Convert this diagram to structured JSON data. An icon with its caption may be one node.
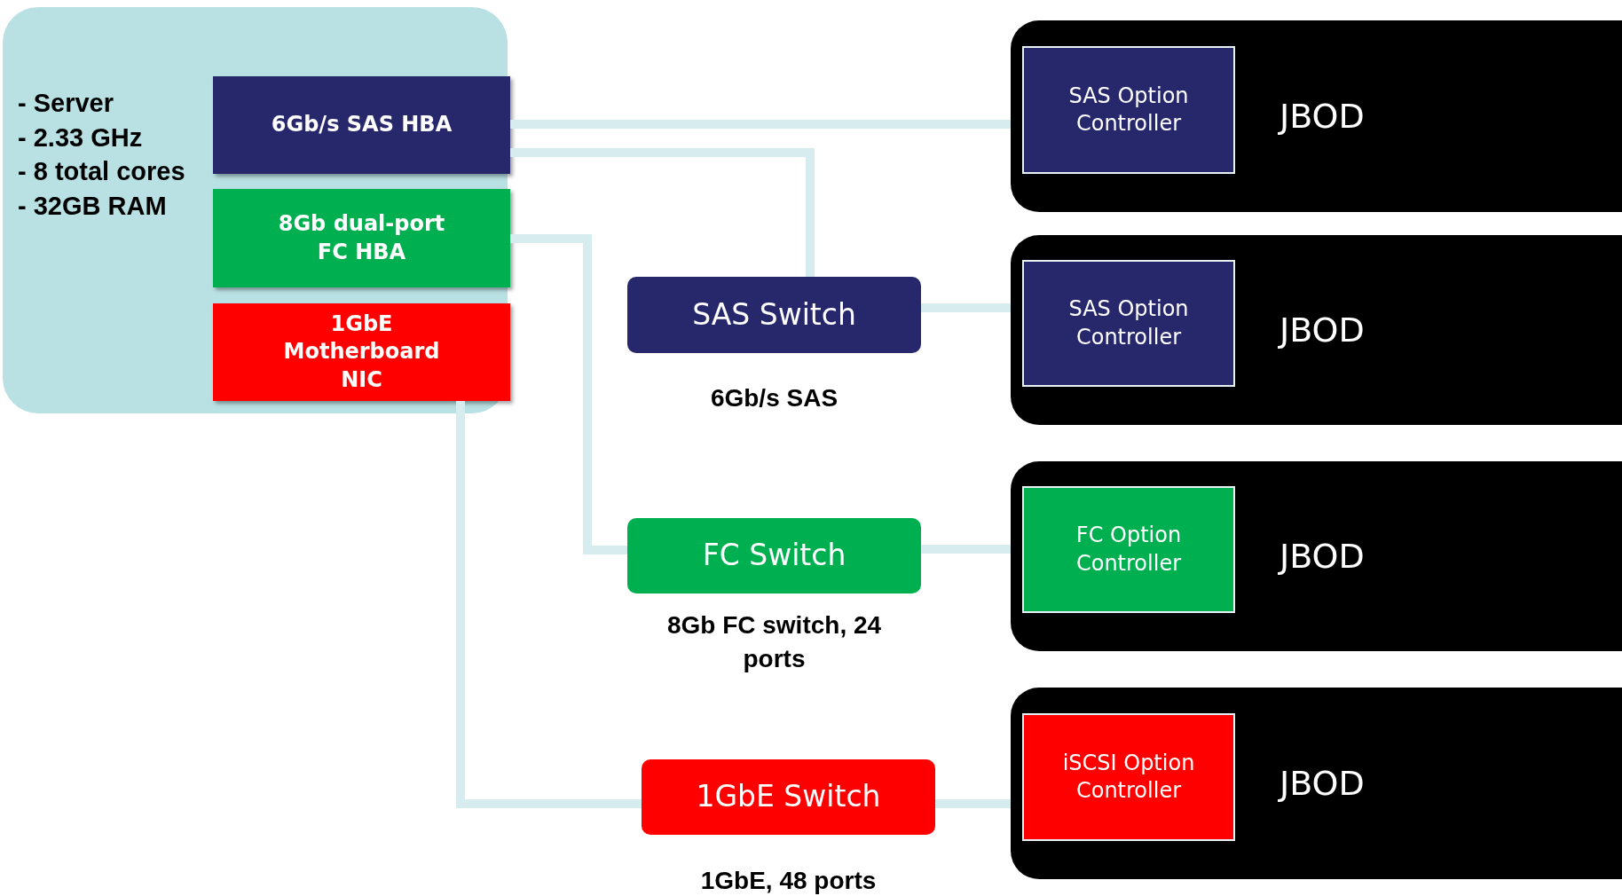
{
  "diagram": {
    "nodes": [
      {
        "text": [
          "- Server",
          "- 2.33 GHz",
          "- 8 total cores",
          "- 32GB RAM"
        ]
      },
      {
        "text": [
          "6Gb/s SAS HBA"
        ],
        "in": 0
      },
      {
        "text": [
          "8Gb dual-port FC HBA"
        ],
        "in": 0
      },
      {
        "text": [
          "1GbE Motherboard NIC"
        ],
        "in": 0
      },
      {
        "text": [
          "JBOD"
        ]
      },
      {
        "text": [
          "SAS Option Controller"
        ],
        "in": 4
      },
      {
        "text": [
          "SAS Switch"
        ],
        "beside": [
          "6Gb/s SAS"
        ]
      },
      {
        "text": [
          "JBOD"
        ]
      },
      {
        "text": [
          "SAS Option Controller"
        ],
        "in": 7
      },
      {
        "text": [
          "FC Switch"
        ],
        "beside": [
          "8Gb FC switch, 24 ports"
        ]
      },
      {
        "text": [
          "JBOD"
        ]
      },
      {
        "text": [
          "FC Option Controller"
        ],
        "in": 10
      },
      {
        "text": [
          "1GbE Switch"
        ],
        "beside": [
          "1GbE, 48 ports"
        ]
      },
      {
        "text": [
          "JBOD"
        ]
      },
      {
        "text": [
          "iSCSI Option Controller"
        ],
        "in": 13
      }
    ],
    "edges": [
      {
        "from": 1,
        "to": 4,
        "arrow": "none"
      },
      {
        "from": 1,
        "to": 6,
        "arrow": "none"
      },
      {
        "from": 6,
        "to": 7,
        "arrow": "none"
      },
      {
        "from": 2,
        "to": 9,
        "arrow": "none"
      },
      {
        "from": 9,
        "to": 10,
        "arrow": "none"
      },
      {
        "from": 3,
        "to": 12,
        "arrow": "none"
      },
      {
        "from": 12,
        "to": 13,
        "arrow": "none"
      }
    ]
  }
}
